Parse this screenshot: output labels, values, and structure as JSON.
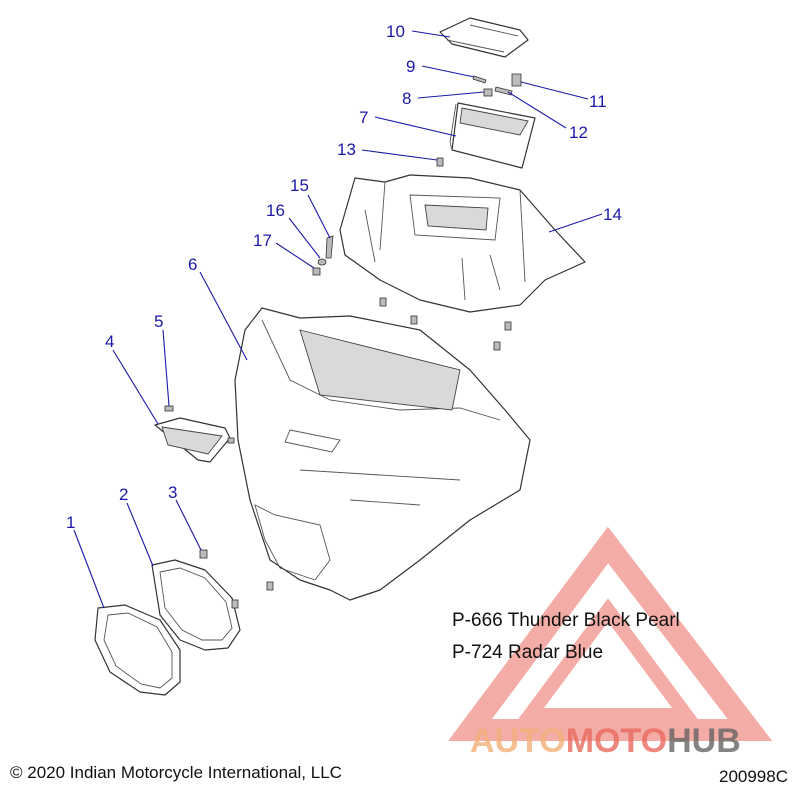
{
  "callouts": [
    {
      "num": "1"
    },
    {
      "num": "2"
    },
    {
      "num": "3"
    },
    {
      "num": "4"
    },
    {
      "num": "5"
    },
    {
      "num": "6"
    },
    {
      "num": "7"
    },
    {
      "num": "8"
    },
    {
      "num": "9"
    },
    {
      "num": "10"
    },
    {
      "num": "11"
    },
    {
      "num": "12"
    },
    {
      "num": "13"
    },
    {
      "num": "14"
    },
    {
      "num": "15"
    },
    {
      "num": "16"
    },
    {
      "num": "17"
    }
  ],
  "color_codes": [
    "P-666 Thunder Black Pearl",
    "P-724 Radar Blue"
  ],
  "copyright": "© 2020 Indian Motorcycle International, LLC",
  "part_number": "200998C",
  "watermark": {
    "part1": "AUTO",
    "part2": "MOTO",
    "part3": "HUB",
    "color_light": "#f3b07a",
    "color_main": "#ea6a5e",
    "color_dark": "#666666"
  },
  "colors": {
    "callout": "#1a1aa8"
  }
}
